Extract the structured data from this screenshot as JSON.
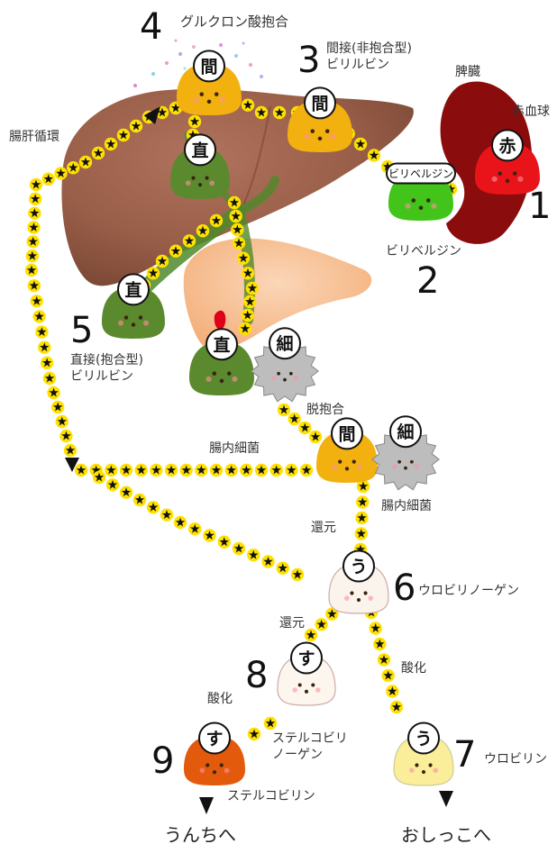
{
  "labels": {
    "glucuronic": "グルクロン酸抱合",
    "indirect": "間接(非抱合型)\nビリルビン",
    "spleen": "脾臓",
    "rbc": "赤血球",
    "enterohepatic": "腸肝循環",
    "biliverdin": "ビリベルジン",
    "direct": "直接(抱合型)\nビリルビン",
    "deconj": "脱抱合",
    "bacteria_left": "腸内細菌",
    "bacteria_right": "腸内細菌",
    "reduction1": "還元",
    "urobilinogen": "ウロビリノーゲン",
    "reduction2": "還元",
    "oxidation1": "酸化",
    "oxidation2": "酸化",
    "stercobilinogen": "ステルコビリ\nノーゲン",
    "urobilin": "ウロビリン",
    "stercobilin": "ステルコビリン"
  },
  "numbers": [
    "1",
    "2",
    "3",
    "4",
    "5",
    "6",
    "7",
    "8",
    "9"
  ],
  "destinations": {
    "feces": "うんちへ",
    "urine": "おしっこへ"
  },
  "badges": {
    "aka": "赤",
    "biliverdin": "ビリベルジン",
    "kan": "間",
    "choku": "直",
    "sai": "細",
    "u": "う",
    "su": "す"
  },
  "colors": {
    "red": "#e8141a",
    "green": "#42c41a",
    "yellow": "#f2b10f",
    "dark_green": "#5b8a2e",
    "gray": "#bdbdbd",
    "white": "#fbf4ec",
    "orange": "#e35a0c",
    "light_yellow": "#fbee9a",
    "cream": "#fdf6ee"
  }
}
